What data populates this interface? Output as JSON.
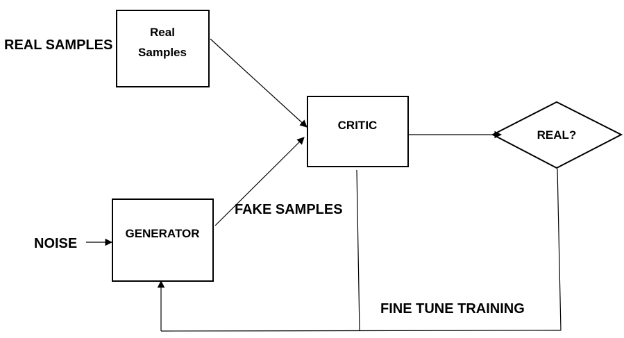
{
  "labels": {
    "real_samples_side": "REAL SAMPLES",
    "noise": "NOISE",
    "fake_samples": "FAKE SAMPLES",
    "fine_tune_training": "FINE TUNE TRAINING"
  },
  "nodes": {
    "real_samples_box": {
      "line1": "Real",
      "line2": "Samples"
    },
    "critic": "CRITIC",
    "generator": "GENERATOR",
    "decision": "REAL?"
  },
  "colors": {
    "stroke": "#000000",
    "background": "#ffffff"
  }
}
